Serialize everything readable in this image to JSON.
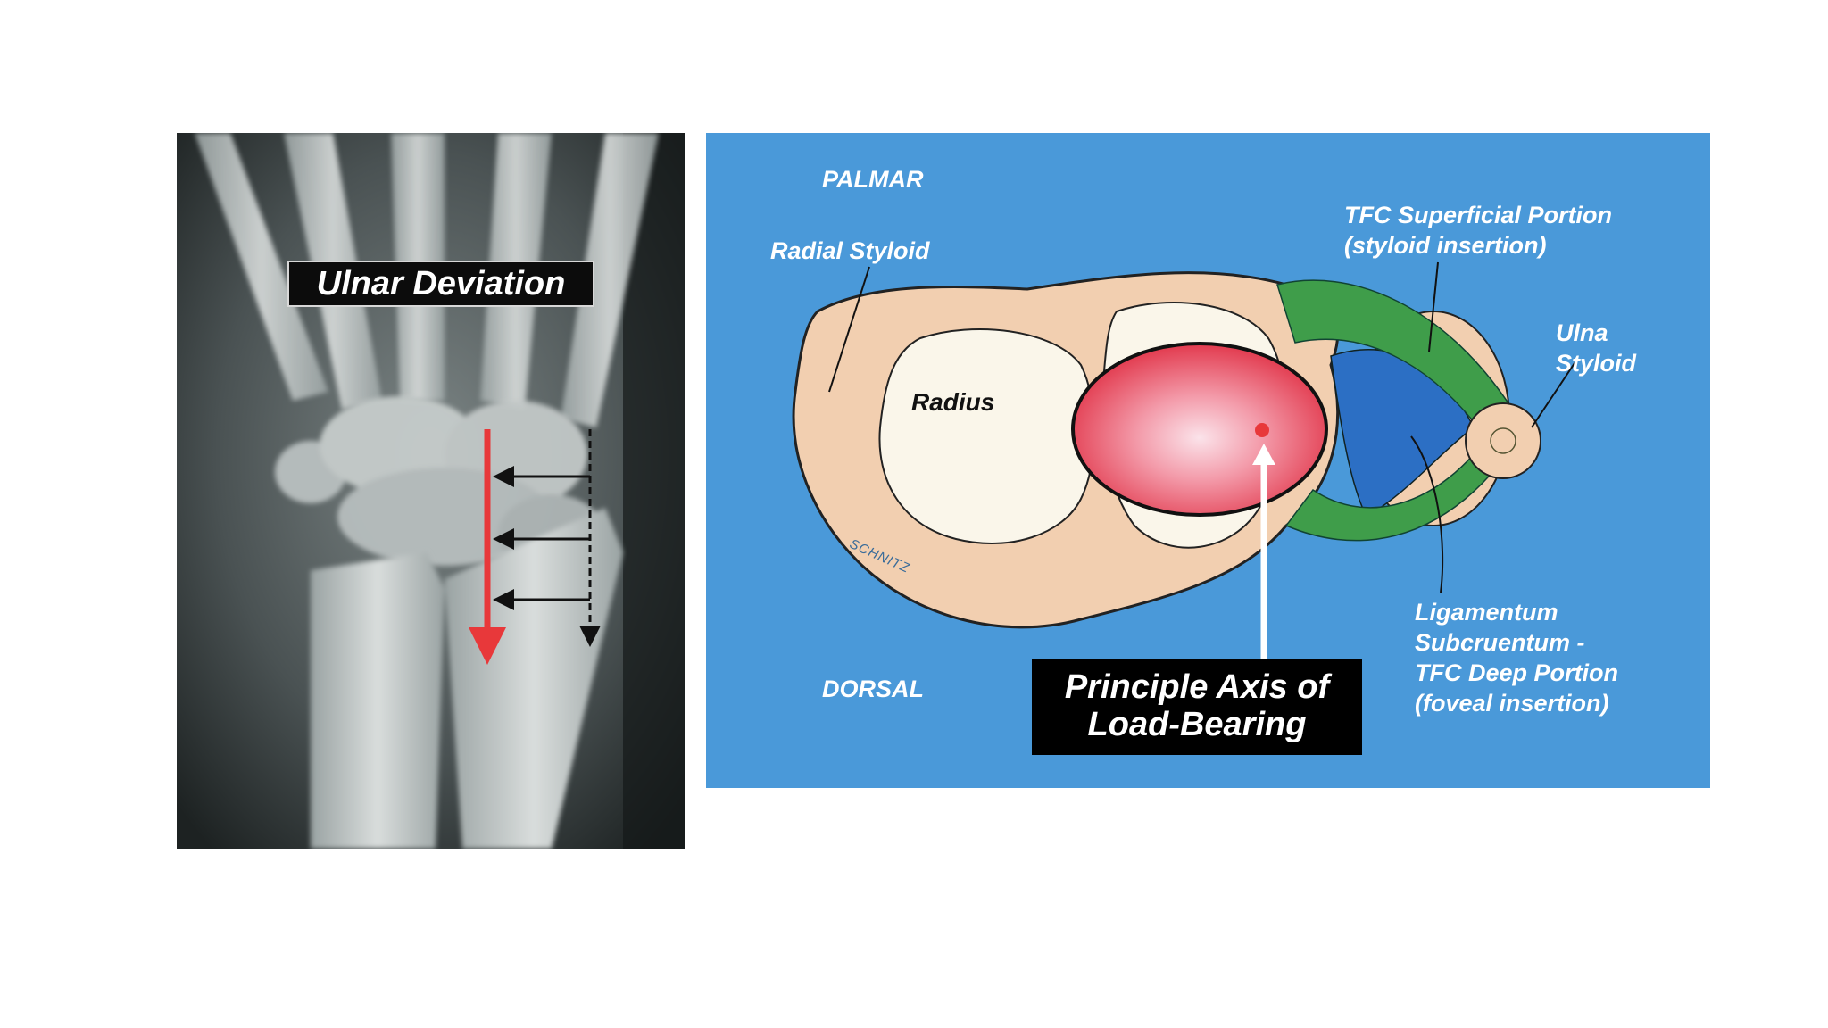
{
  "xray_panel": {
    "label": "Ulnar Deviation"
  },
  "diagram_panel": {
    "labels": {
      "palmar": "PALMAR",
      "dorsal": "DORSAL",
      "radial_styloid": "Radial Styloid",
      "radius": "Radius",
      "tfc_superficial_line1": "TFC Superficial Portion",
      "tfc_superficial_line2": "(styloid insertion)",
      "ulna_styloid_line1": "Ulna",
      "ulna_styloid_line2": "Styloid",
      "ligamentum_line1": "Ligamentum",
      "ligamentum_line2": "Subcruentum -",
      "ligamentum_line3": "TFC Deep Portion",
      "ligamentum_line4": "(foveal insertion)",
      "axis_line1": "Principle Axis of",
      "axis_line2": "Load-Bearing",
      "signature": "SCHNITZ"
    }
  },
  "colors": {
    "diagram_background": "#4a99d9",
    "bone": "#f2cfb0",
    "cartilage": "#faf6ea",
    "ligament_superficial": "#3f9d4a",
    "ligament_deep": "#2c6fc4",
    "load_zone": "#e8404f",
    "arrow_red": "#e8383a"
  }
}
